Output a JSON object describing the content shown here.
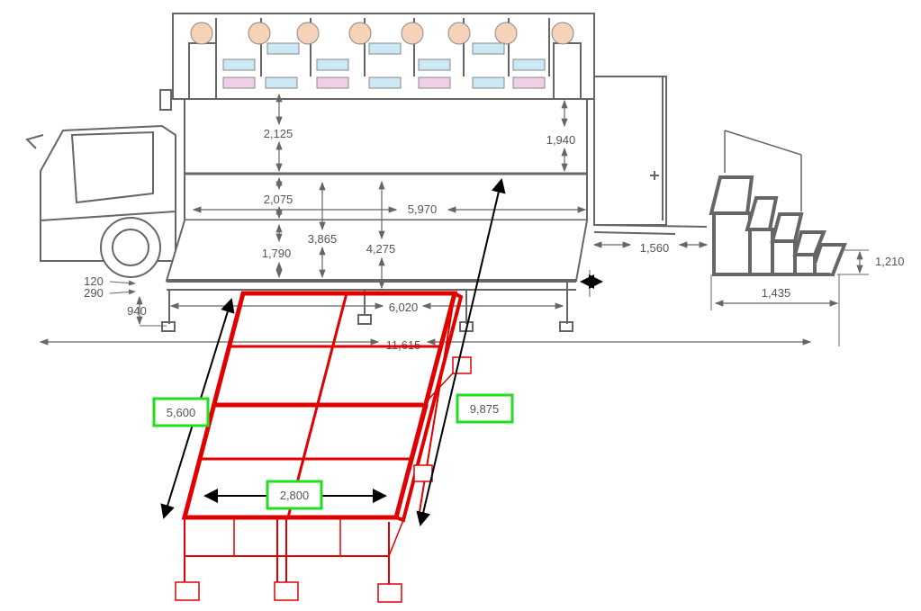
{
  "colors": {
    "structure": "#666666",
    "stage": "#e00000",
    "label_box": "#22dd22",
    "arrow": "#000000"
  },
  "dimensions": {
    "upper_height": "2,125",
    "upper_height_right": "1,940",
    "mid_height": "2,075",
    "stage_width": "5,970",
    "stage_to_roof": "3,865",
    "ground_to_roof": "4,275",
    "stage_height": "1,790",
    "floor_thickness_a": "120",
    "floor_thickness_b": "290",
    "leg_height": "940",
    "base_width": "6,020",
    "total_length": "11,615",
    "door_gap": "1,560",
    "stairs_height": "1,210",
    "stairs_depth": "1,435"
  },
  "extension_labels": {
    "depth": "5,600",
    "diagonal": "9,875",
    "width": "2,800"
  }
}
